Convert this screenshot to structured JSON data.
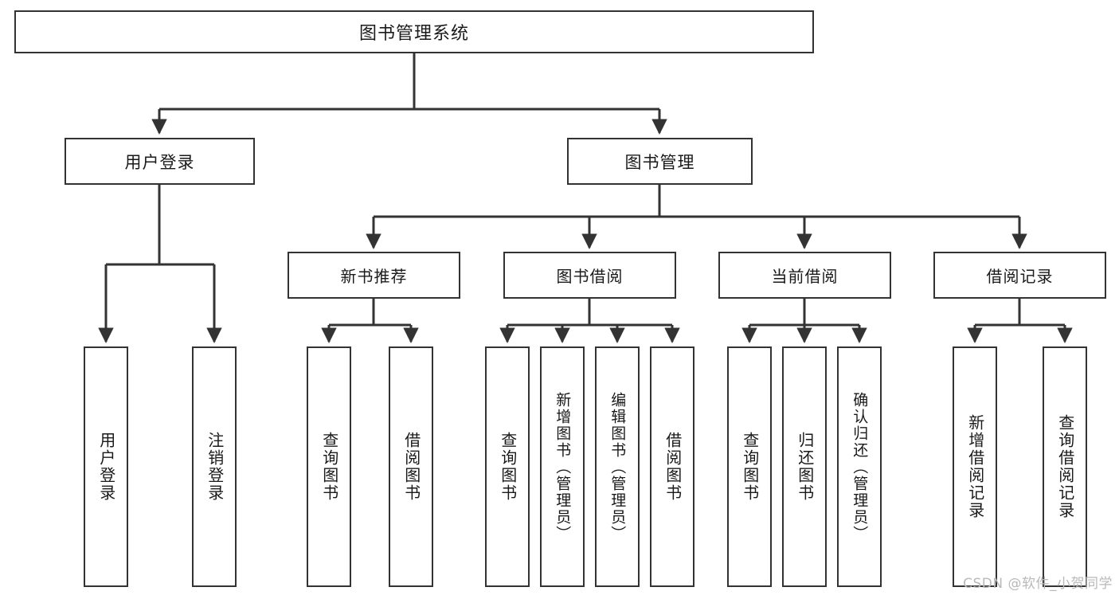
{
  "diagram": {
    "title": "图书管理系统",
    "type": "function-structure-tree",
    "root": {
      "label": "图书管理系统"
    },
    "level2": [
      {
        "label": "用户登录"
      },
      {
        "label": "图书管理"
      }
    ],
    "level3": [
      {
        "label": "新书推荐"
      },
      {
        "label": "图书借阅"
      },
      {
        "label": "当前借阅"
      },
      {
        "label": "借阅记录"
      }
    ],
    "leaves": {
      "user_login": [
        {
          "label": "用户登录"
        },
        {
          "label": "注销登录"
        }
      ],
      "new_book_recommend": [
        {
          "label": "查询图书"
        },
        {
          "label": "借阅图书"
        }
      ],
      "book_borrow": [
        {
          "label": "查询图书"
        },
        {
          "label": "新增图书（管理员）"
        },
        {
          "label": "编辑图书（管理员）"
        },
        {
          "label": "借阅图书"
        }
      ],
      "current_borrow": [
        {
          "label": "查询图书"
        },
        {
          "label": "归还图书"
        },
        {
          "label": "确认归还（管理员）"
        }
      ],
      "borrow_record": [
        {
          "label": "新增借阅记录"
        },
        {
          "label": "查询借阅记录"
        }
      ]
    }
  },
  "watermark": {
    "text": "CSDN @软件_小贺同学"
  },
  "colors": {
    "stroke": "#333333",
    "box_fill": "#ffffff",
    "text": "#1a1a1a",
    "watermark": "#b9b9b9",
    "background": "#ffffff"
  }
}
